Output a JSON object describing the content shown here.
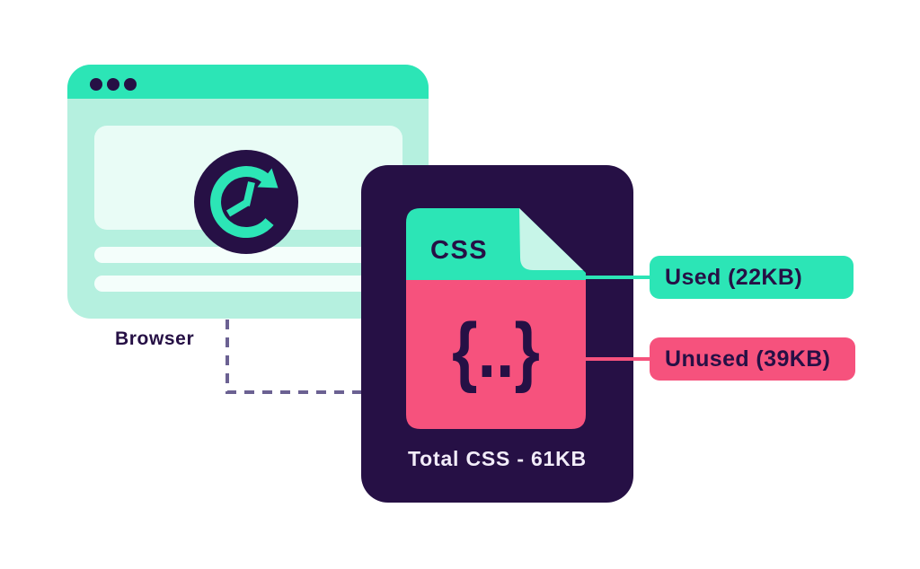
{
  "illustration": {
    "browser": {
      "label": "Browser",
      "window_dots_count": 3
    },
    "css_file_card": {
      "file_type": "CSS",
      "code_glyph": "{..}",
      "total_label": "Total CSS - 61KB"
    },
    "legend": {
      "used": {
        "label": "Used (22KB)",
        "size_kb": 22
      },
      "unused": {
        "label": "Unused (39KB)",
        "size_kb": 39
      },
      "total_kb": 61
    },
    "colors": {
      "teal": "#2ce5b6",
      "mint": "#b5f0df",
      "mint_light": "#e9fcf6",
      "bar": "#f4fefb",
      "flap": "#c7f5e8",
      "navy": "#261045",
      "pink": "#f6527d",
      "dash": "#6b6192",
      "light": "#f2edf9"
    }
  }
}
